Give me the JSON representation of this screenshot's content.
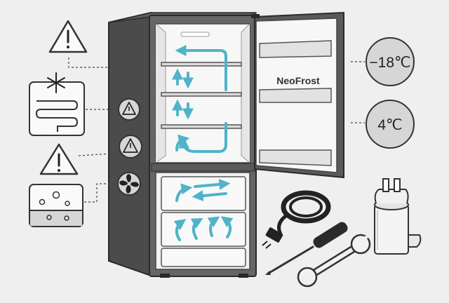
{
  "brand_label": "NeoFrost",
  "freezer_temp": "−18℃",
  "fridge_temp": "4℃",
  "colors": {
    "background": "#efefef",
    "cabinet": "#4b4b4b",
    "cabinet_edge": "#2a2a2a",
    "interior": "#f7f7f7",
    "airflow": "#4fb3c9",
    "badge_fill": "#d6d6d6",
    "outline": "#333333"
  },
  "icons": [
    "warning-icon",
    "evaporator-coil-icon",
    "warning-icon",
    "condensation-icon",
    "fan-icon",
    "power-cord-icon",
    "screwdriver-icon",
    "wrench-icon",
    "start-capacitor-icon"
  ]
}
